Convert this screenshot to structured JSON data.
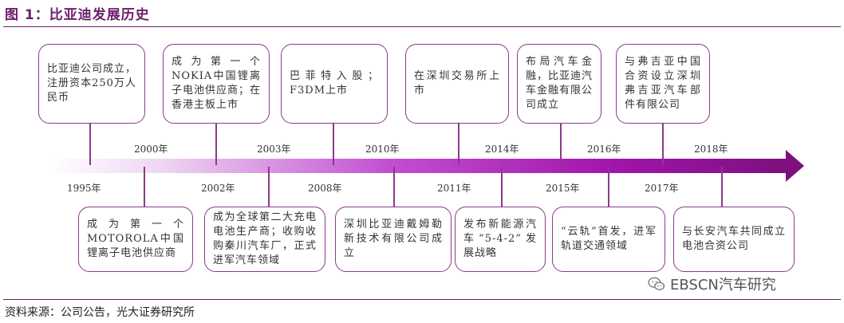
{
  "figure": {
    "title": "图 1：比亚迪发展历史",
    "source": "资料来源：公司公告，光大证券研究所",
    "watermark": "EBSCN汽车研究"
  },
  "colors": {
    "accent": "#6b1f6b",
    "arrow_start": "#f4e6f6",
    "arrow_end": "#7a0f7a",
    "box_border": "#8a3a8a"
  },
  "timeline": {
    "years": [
      "1995年",
      "2000年",
      "2002年",
      "2003年",
      "2008年",
      "2010年",
      "2011年",
      "2014年",
      "2015年",
      "2016年",
      "2017年",
      "2018年"
    ],
    "top_events": [
      "比亚迪公司成立，注册资本250万人民币",
      "成为第一个NOKIA中国锂离子电池供应商；在香港主板上市",
      "巴菲特入股；F3DM上市",
      "在深圳交易所上市",
      "布局汽车金融，比亚迪汽车金融有限公司成立",
      "与弗吉亚中国合资设立深圳弗吉亚汽车部件有限公司"
    ],
    "bottom_events": [
      "成为第一个MOTOROLA中国锂离子电池供应商",
      "成为全球第二大充电电池生产商；收购收购秦川汽车厂，正式进军汽车领域",
      "深圳比亚迪戴姆勒新技术有限公司成立",
      "发布新能源汽车“5-4-2”发展战略",
      "“云轨”首发，进军轨道交通领域",
      "与长安汽车共同成立电池合资公司"
    ]
  }
}
